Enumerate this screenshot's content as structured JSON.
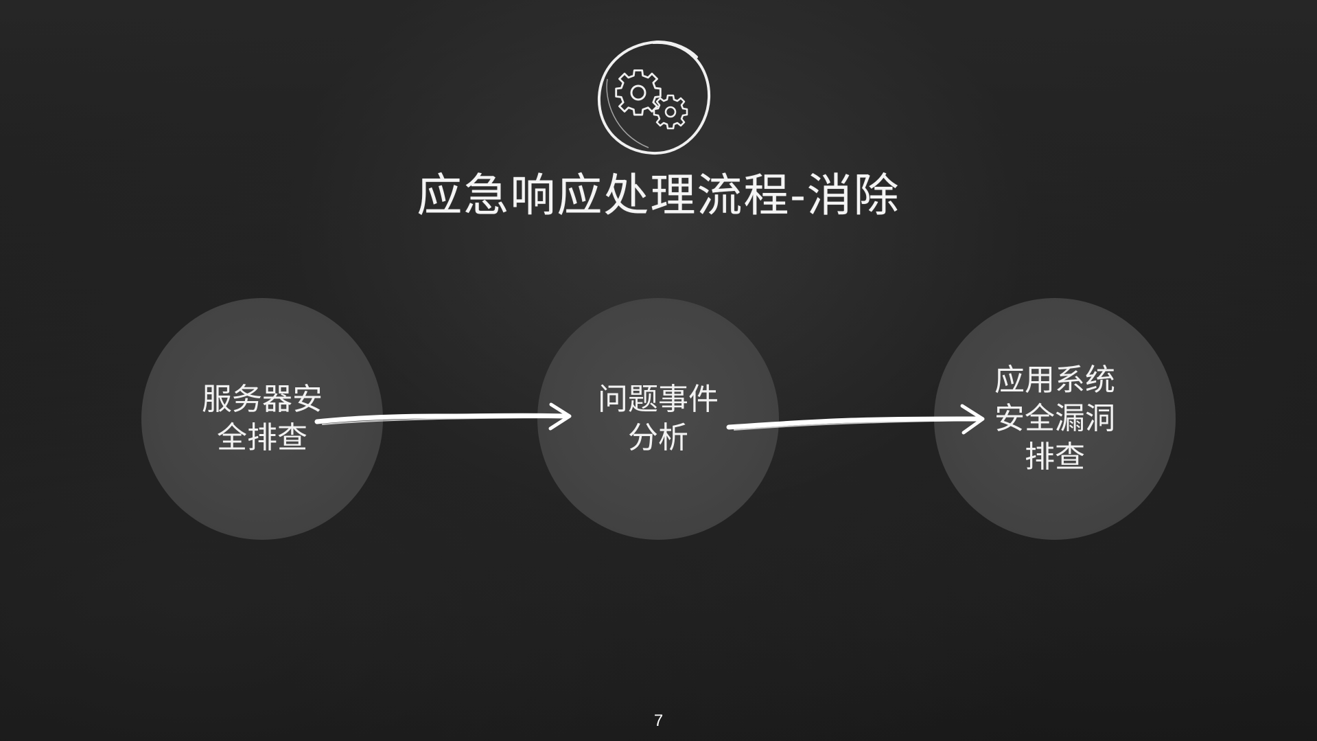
{
  "slide": {
    "title": "应急响应处理流程-消除",
    "icon": "gears-icon",
    "page_number": "7"
  },
  "flow": {
    "steps": [
      {
        "label": "服务器安\n全排查"
      },
      {
        "label": "问题事件\n分析"
      },
      {
        "label": "应用系统\n安全漏洞\n排查"
      }
    ]
  },
  "colors": {
    "background": "#1c1c1c",
    "circle_fill": "#444444",
    "text": "#f2f2f2",
    "chalk": "#ffffff"
  }
}
